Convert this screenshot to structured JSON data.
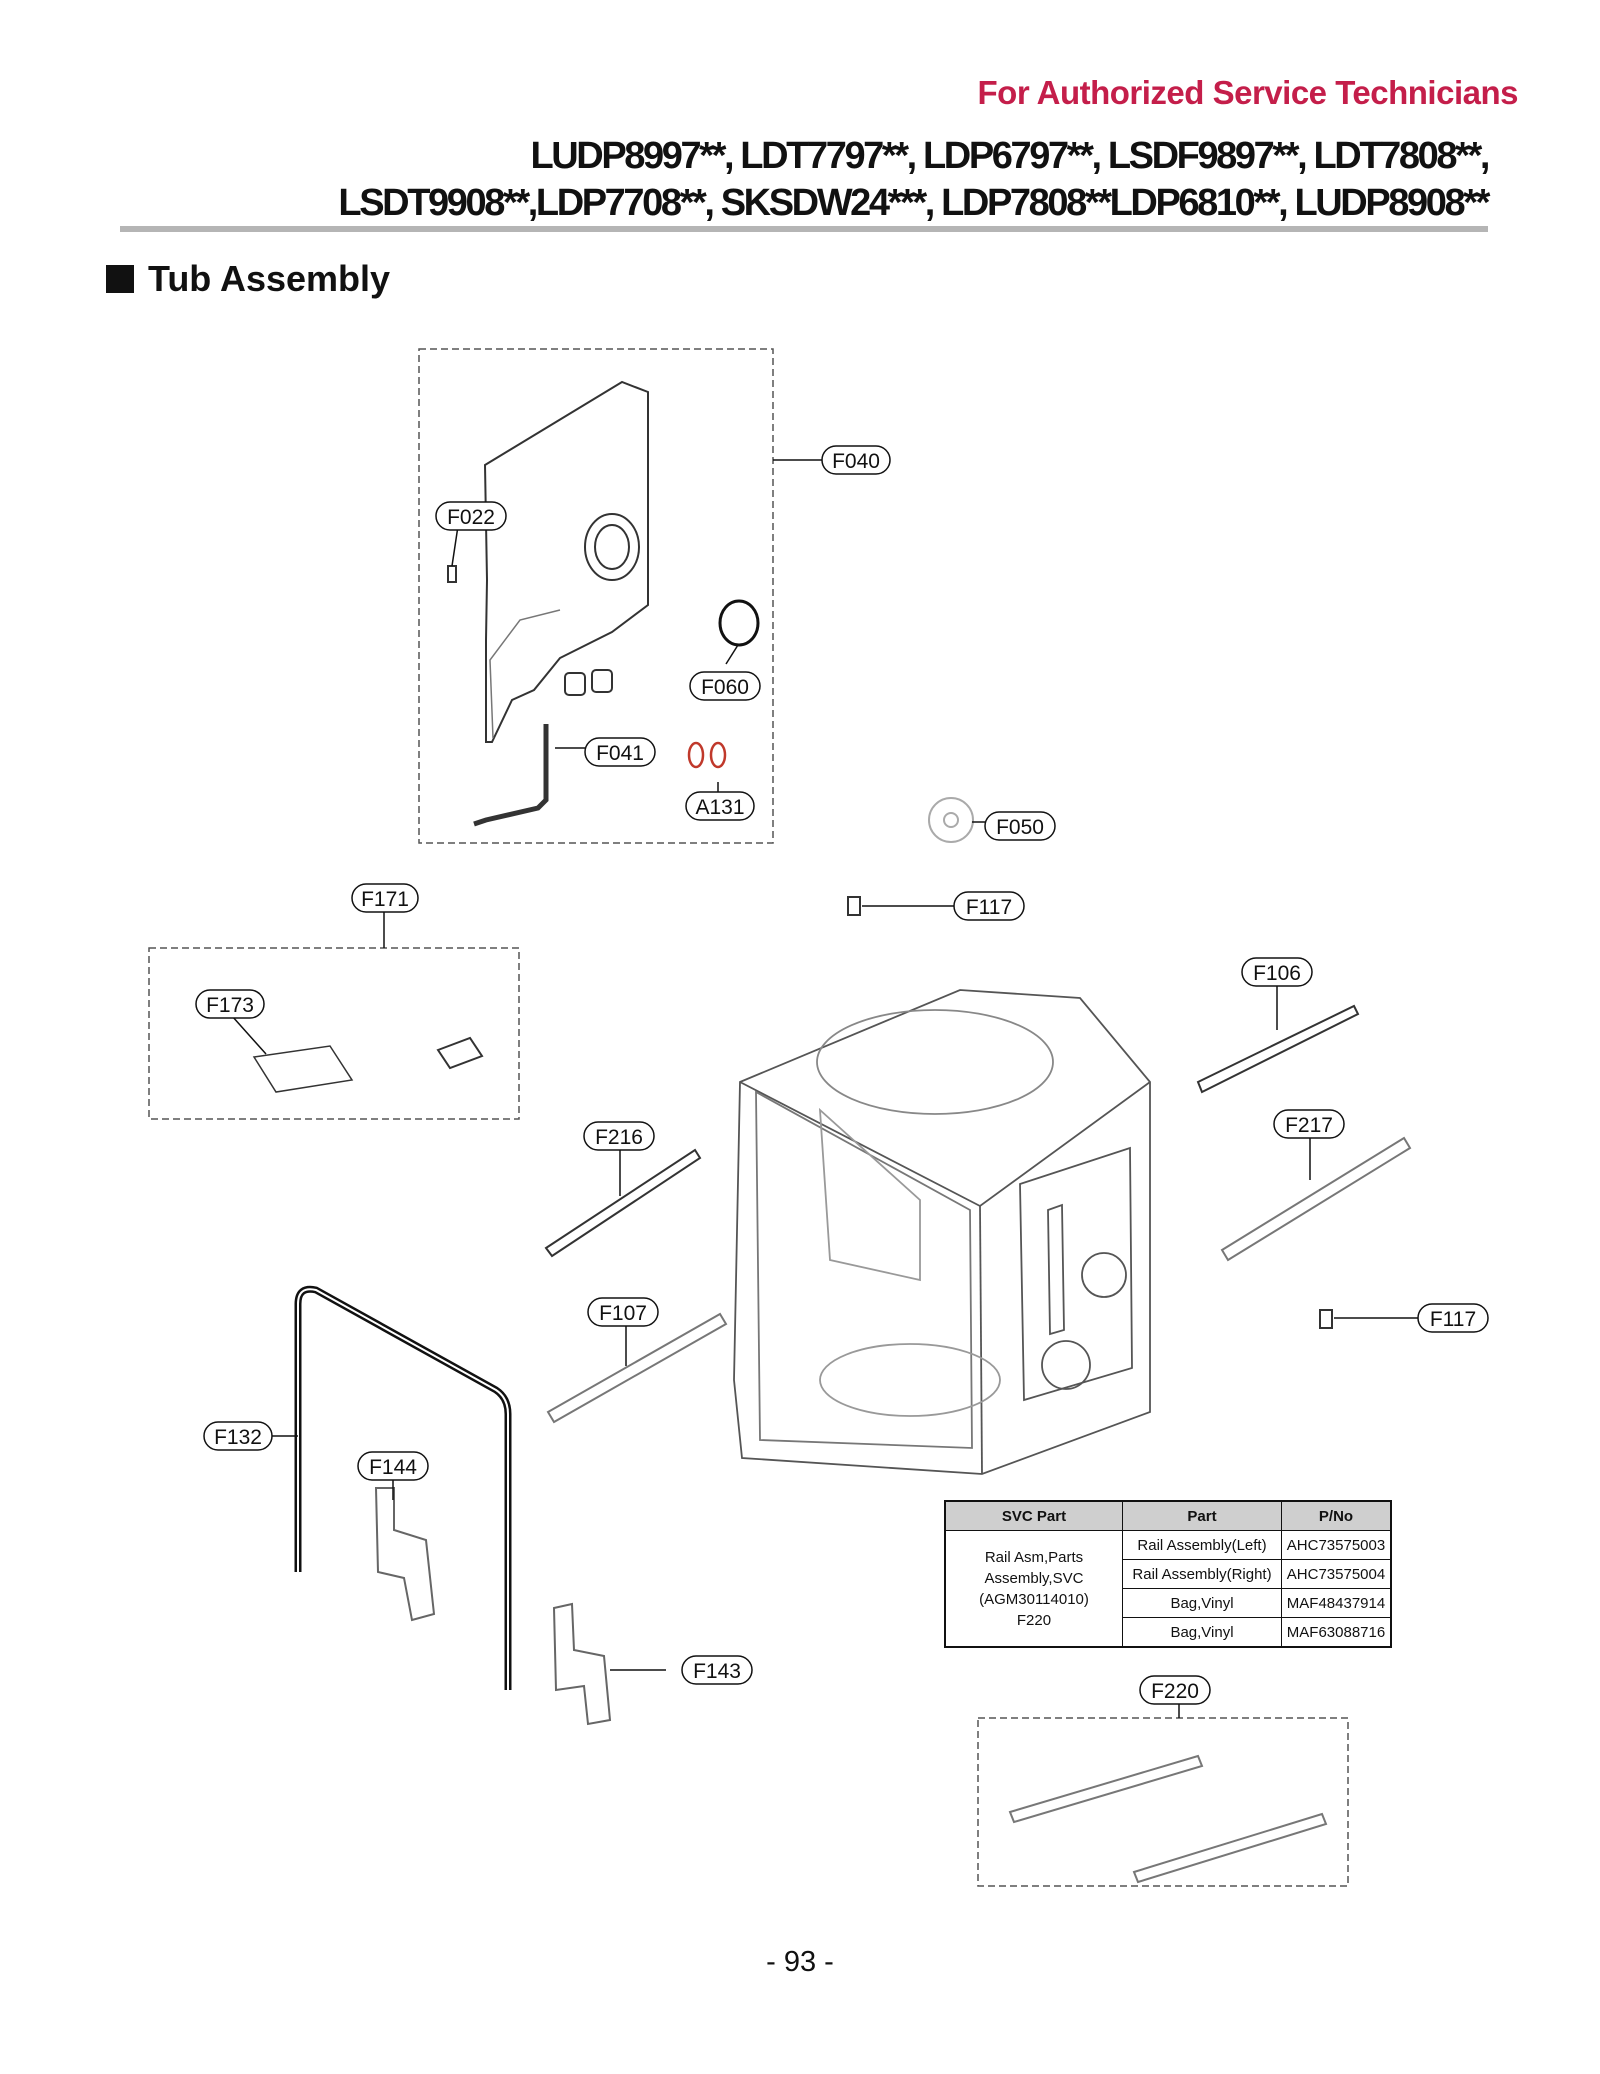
{
  "header": {
    "tagline": "For Authorized Service Technicians",
    "models_line1": "LUDP8997**, LDT7797**, LDP6797**, LSDF9897**, LDT7808**,",
    "models_line2": "LSDT9908**,LDP7708**, SKSDW24***, LDP7808**LDP6810**, LUDP8908**"
  },
  "section_title": "Tub Assembly",
  "callouts": {
    "F040": "F040",
    "F022": "F022",
    "F060": "F060",
    "F041": "F041",
    "A131": "A131",
    "F050": "F050",
    "F117a": "F117",
    "F171": "F171",
    "F173": "F173",
    "F106": "F106",
    "F217": "F217",
    "F216": "F216",
    "F117b": "F117",
    "F107": "F107",
    "F132": "F132",
    "F144": "F144",
    "F143": "F143",
    "F220": "F220"
  },
  "parts_table": {
    "headers": [
      "SVC Part",
      "Part",
      "P/No"
    ],
    "svc_part": [
      "Rail Asm,Parts",
      "Assembly,SVC",
      "(AGM30114010)",
      "F220"
    ],
    "rows": [
      {
        "part": "Rail Assembly(Left)",
        "pno": "AHC73575003"
      },
      {
        "part": "Rail Assembly(Right)",
        "pno": "AHC73575004"
      },
      {
        "part": "Bag,Vinyl",
        "pno": "MAF48437914"
      },
      {
        "part": "Bag,Vinyl",
        "pno": "MAF63088716"
      }
    ]
  },
  "page_number": "- 93 -",
  "colors": {
    "accent": "#c41e4a",
    "rule": "#b5b5b5",
    "table_header": "#cfcfcf"
  }
}
